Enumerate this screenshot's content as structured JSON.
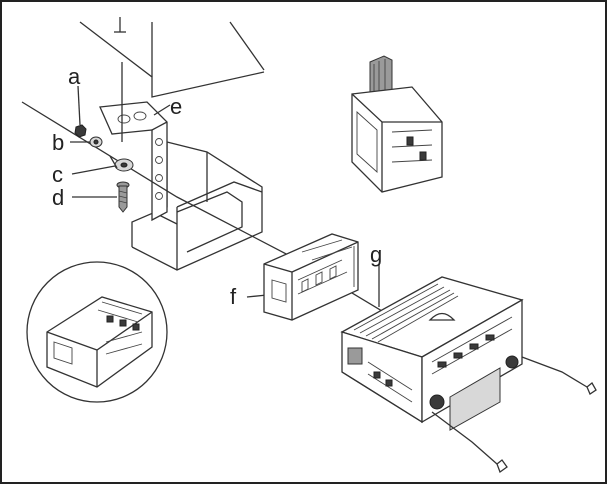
{
  "labels": {
    "a": "a",
    "b": "b",
    "c": "c",
    "d": "d",
    "e": "e",
    "f": "f",
    "g": "g"
  },
  "colors": {
    "line": "#333333",
    "frame": "#222222",
    "background": "#ffffff"
  }
}
